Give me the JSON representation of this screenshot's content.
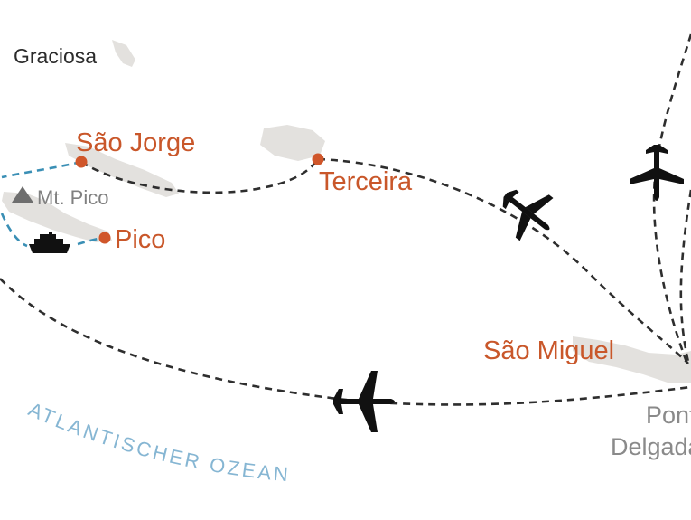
{
  "labels": {
    "graciosa": "Graciosa",
    "sao_jorge": "São Jorge",
    "mt_pico": "Mt. Pico",
    "pico": "Pico",
    "terceira": "Terceira",
    "sao_miguel": "São Miguel",
    "ponta_delgada_line1": "Ponta",
    "ponta_delgada_line2": "Delgada",
    "ocean": "ATLANTISCHER OZEAN"
  },
  "icons": {
    "plane": "airplane-icon",
    "ferry": "ferry-icon",
    "mountain": "mountain-triangle-icon",
    "city": "city-dot"
  },
  "colors": {
    "city_label": "#c9572a",
    "city_dot": "#d0562a",
    "flight_route": "#2e2e2e",
    "ferry_route": "#3a8fb5",
    "island": "#e3e1de",
    "ocean_label": "#86b6d3",
    "secondary_label": "#808080"
  }
}
